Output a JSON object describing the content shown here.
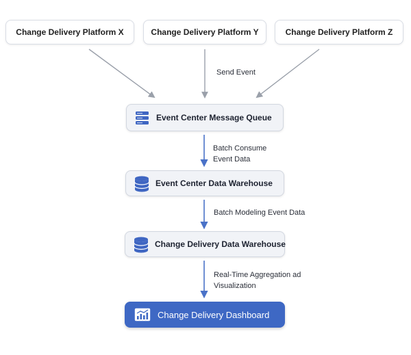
{
  "platforms": [
    {
      "label": "Change Delivery Platform X"
    },
    {
      "label": "Change Delivery Platform Y"
    },
    {
      "label": "Change Delivery Platform Z"
    }
  ],
  "edges": {
    "send_event": "Send Event",
    "batch_consume_line1": "Batch Consume",
    "batch_consume_line2": "Event Data",
    "batch_modeling": "Batch Modeling Event Data",
    "realtime_line1": "Real-Time Aggregation ad",
    "realtime_line2": "Visualization"
  },
  "nodes": {
    "message_queue": "Event Center Message Queue",
    "event_warehouse": "Event Center Data Warehouse",
    "change_warehouse": "Change Delivery Data Warehouse",
    "dashboard": "Change Delivery Dashboard"
  },
  "colors": {
    "gray_arrow": "#9aa0aa",
    "blue_arrow": "#4a72c8",
    "dashboard_bg": "#3e68c4",
    "icon_blue": "#3f66c2"
  },
  "icons": {
    "message_queue": "stacked-list-icon",
    "event_warehouse": "database-icon",
    "change_warehouse": "database-icon",
    "dashboard": "chart-icon"
  }
}
